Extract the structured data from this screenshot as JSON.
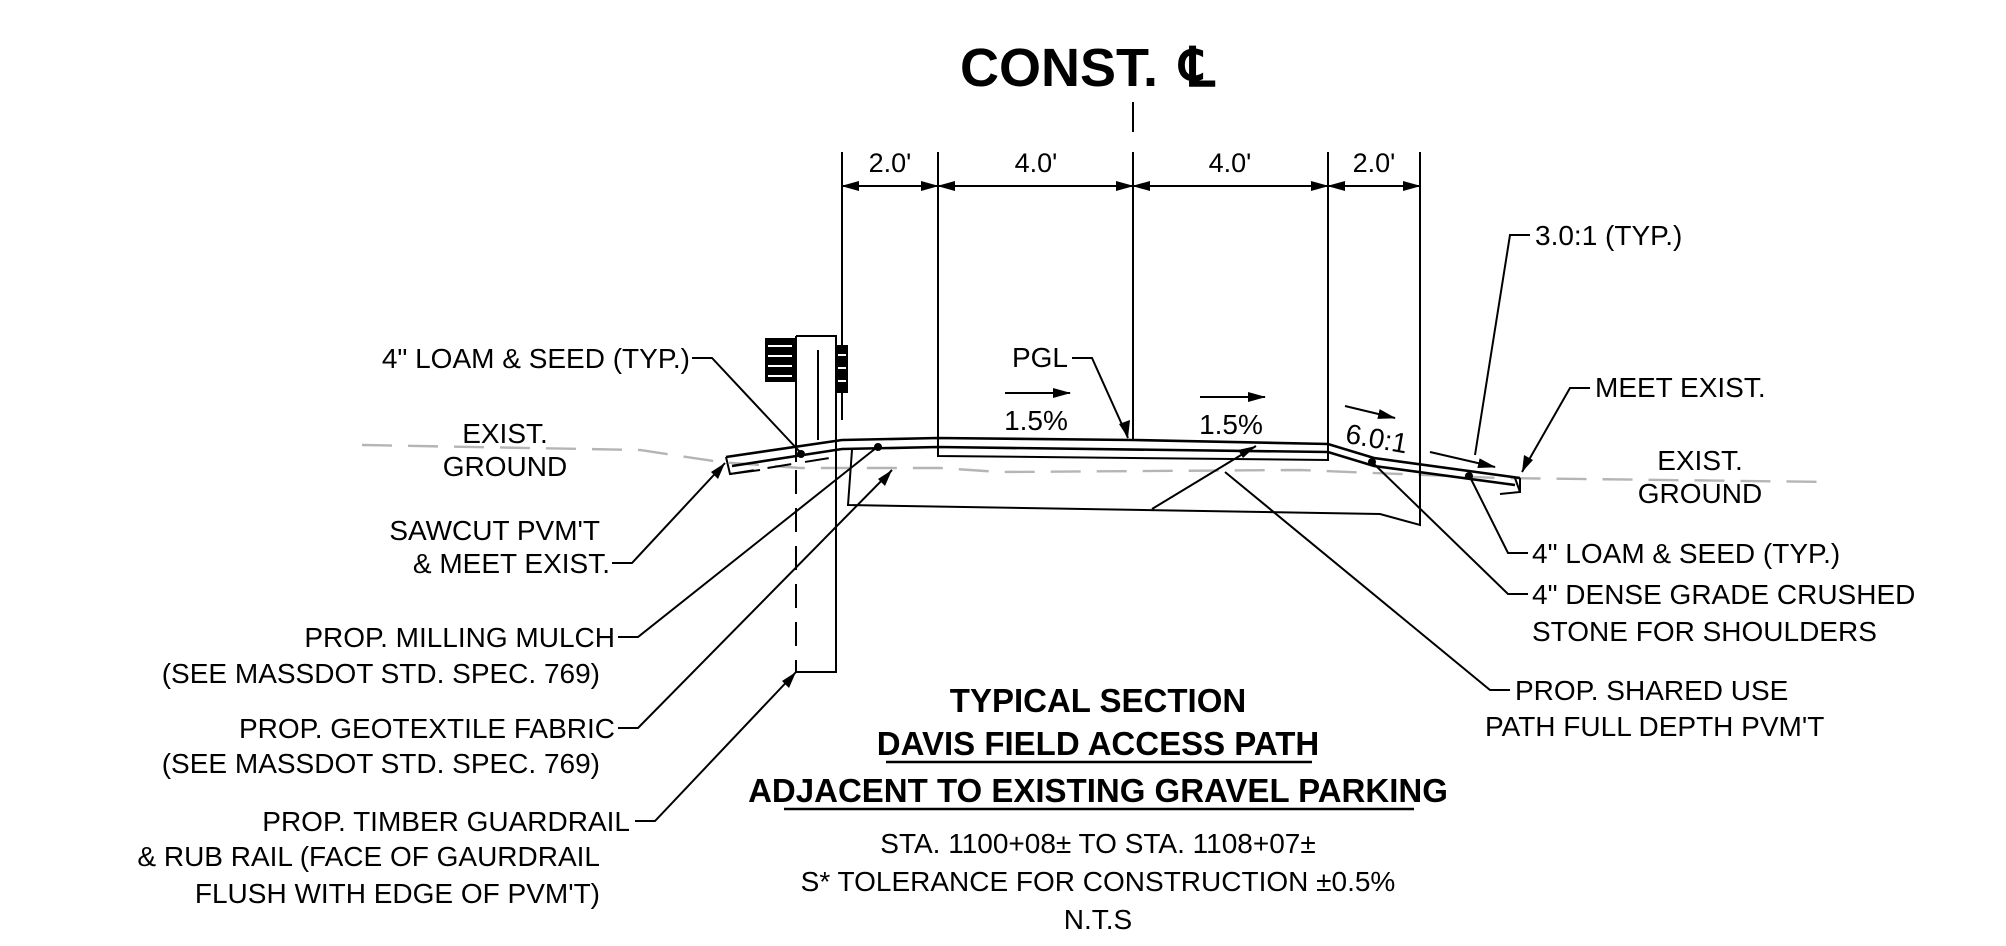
{
  "header": {
    "const_label": "CONST.",
    "centerline_symbol": "℄"
  },
  "dimensions": {
    "d1": "2.0'",
    "d2": "4.0'",
    "d3": "4.0'",
    "d4": "2.0'"
  },
  "slopes": {
    "left_lane": "1.5%",
    "right_lane": "1.5%",
    "shoulder": "6.0:1",
    "side_slope": "3.0:1 (TYP.)"
  },
  "callouts": {
    "loam_seed_left": "4\" LOAM & SEED (TYP.)",
    "pgl": "PGL",
    "meet_exist": "MEET EXIST.",
    "exist_ground_left": [
      "EXIST.",
      "GROUND"
    ],
    "exist_ground_right": [
      "EXIST.",
      "GROUND"
    ],
    "sawcut": [
      "SAWCUT PVM'T",
      "& MEET EXIST."
    ],
    "milling_mulch": [
      "PROP. MILLING MULCH",
      "(SEE MASSDOT STD. SPEC. 769)"
    ],
    "geotextile": [
      "PROP. GEOTEXTILE FABRIC",
      "(SEE MASSDOT STD. SPEC. 769)"
    ],
    "guardrail": [
      "PROP. TIMBER GUARDRAIL",
      "& RUB RAIL (FACE OF GAURDRAIL",
      "FLUSH WITH EDGE OF PVM'T)"
    ],
    "loam_seed_right": "4\" LOAM & SEED (TYP.)",
    "crushed_stone": [
      "4\" DENSE GRADE CRUSHED",
      "STONE FOR SHOULDERS"
    ],
    "shared_use": [
      "PROP. SHARED USE",
      "PATH FULL DEPTH PVM'T"
    ]
  },
  "title_block": {
    "title": "TYPICAL SECTION",
    "subtitle1": "DAVIS FIELD ACCESS PATH",
    "subtitle2": "ADJACENT TO EXISTING GRAVEL PARKING",
    "station": "STA. 1100+08± TO STA. 1108+07±",
    "tolerance": "S* TOLERANCE FOR CONSTRUCTION ±0.5%",
    "scale": "N.T.S"
  }
}
